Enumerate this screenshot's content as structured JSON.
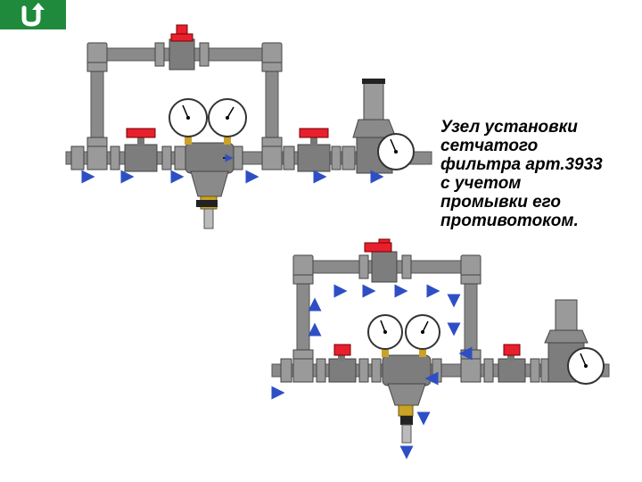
{
  "nav": {
    "back_icon": "u-turn-arrow-icon",
    "color": "#1f8a3b"
  },
  "caption": {
    "lines": [
      "Узел установки",
      "сетчатого",
      "фильтра арт.3933",
      "с учетом",
      "промывки его",
      "противотоком."
    ]
  },
  "colors": {
    "pipe": "#8a8a8a",
    "valve_handle": "#e8202e",
    "flow_arrow": "#2e4fc4",
    "brass": "#c9a227",
    "gauge_face": "#ffffff"
  }
}
